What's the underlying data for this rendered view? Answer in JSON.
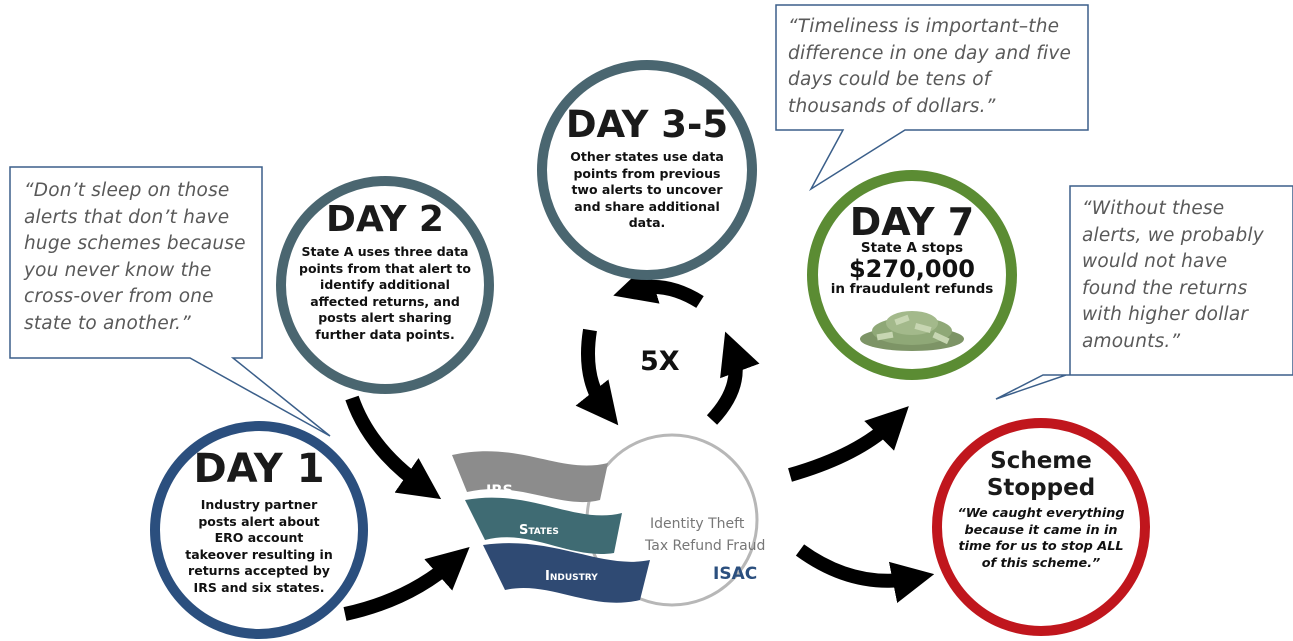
{
  "day1": {
    "title": "DAY 1",
    "text": "Industry partner posts alert about ERO account takeover resulting in returns accepted by IRS and six states."
  },
  "day2": {
    "title": "DAY 2",
    "text": "State A uses three data points from that alert to identify additional affected returns, and posts alert sharing further data points."
  },
  "day3_5": {
    "title": "DAY 3-5",
    "text": "Other states use data points from previous two alerts to uncover and share additional data."
  },
  "day7": {
    "title": "DAY 7",
    "line1": "State A stops",
    "amount": "$270,000",
    "line2": "in fraudulent refunds"
  },
  "stopped": {
    "title": "Scheme Stopped",
    "quote": "“We caught everything because it came in in time for us to stop ALL of this scheme.”"
  },
  "repeat_label": "5X",
  "logo": {
    "band1": "IRS",
    "band2": "States",
    "band3": "Industry",
    "line1": "Identity Theft",
    "line2": "Tax Refund Fraud",
    "acronym": "ISAC"
  },
  "quotes": {
    "left": "“Don’t sleep on those alerts that don’t have huge schemes because you never know the cross-over from one state to another.”",
    "top": "“Timeliness is important–the difference in one day and five days could be tens of thousands of dollars.”",
    "right": "“Without these alerts, we probably would not have found the returns with higher dollar amounts.”"
  },
  "colors": {
    "day1_ring": "#2b4f7e",
    "day2_ring": "#4a6670",
    "day7_ring": "#5b8c33",
    "stopped_ring": "#c0161d",
    "irs_band": "#8c8c8c",
    "states_band": "#3f6b73",
    "industry_band": "#2f4a73"
  }
}
